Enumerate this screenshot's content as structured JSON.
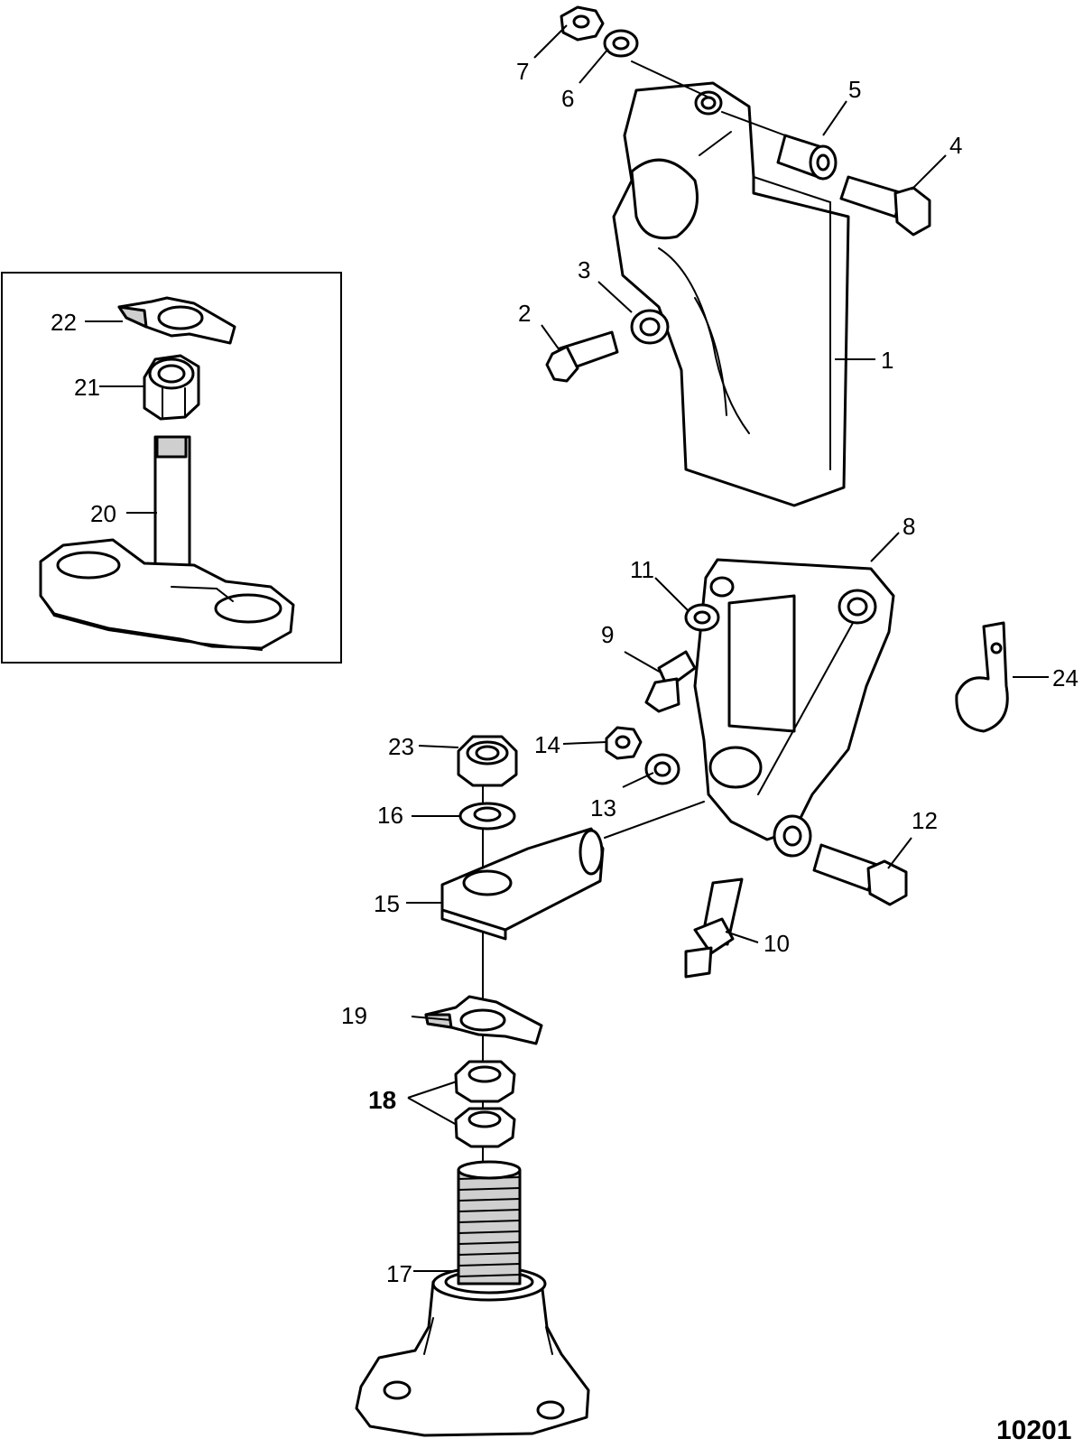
{
  "figure": {
    "id_label": "10201"
  },
  "callouts": [
    {
      "id": "1",
      "label": "1"
    },
    {
      "id": "2",
      "label": "2"
    },
    {
      "id": "3",
      "label": "3"
    },
    {
      "id": "4",
      "label": "4"
    },
    {
      "id": "5",
      "label": "5"
    },
    {
      "id": "6",
      "label": "6"
    },
    {
      "id": "7",
      "label": "7"
    },
    {
      "id": "8",
      "label": "8"
    },
    {
      "id": "9",
      "label": "9"
    },
    {
      "id": "10",
      "label": "10"
    },
    {
      "id": "11",
      "label": "11"
    },
    {
      "id": "12",
      "label": "12"
    },
    {
      "id": "13",
      "label": "13"
    },
    {
      "id": "14",
      "label": "14"
    },
    {
      "id": "15",
      "label": "15"
    },
    {
      "id": "16",
      "label": "16"
    },
    {
      "id": "17",
      "label": "17"
    },
    {
      "id": "18",
      "label": "18"
    },
    {
      "id": "19",
      "label": "19"
    },
    {
      "id": "20",
      "label": "20"
    },
    {
      "id": "21",
      "label": "21"
    },
    {
      "id": "22",
      "label": "22"
    },
    {
      "id": "23",
      "label": "23"
    },
    {
      "id": "24",
      "label": "24"
    }
  ]
}
